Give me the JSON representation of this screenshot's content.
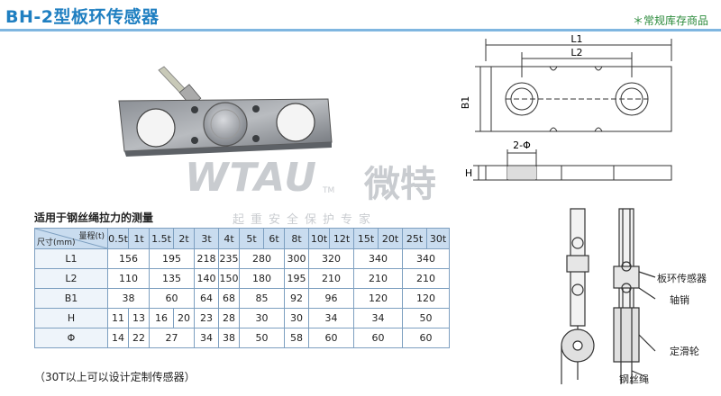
{
  "header": {
    "title": "BH-2型板环传感器",
    "stock_label": "＊常规库存商品"
  },
  "watermark": {
    "brand": "WTAU",
    "tm": "TM",
    "chinese": "微特",
    "tagline": "起重安全保护专家"
  },
  "table": {
    "caption": "适用于钢丝绳拉力的测量",
    "corner_top": "量程(t)",
    "corner_bottom": "尺寸(mm)",
    "capacities": [
      "0.5t",
      "1t",
      "1.5t",
      "2t",
      "3t",
      "4t",
      "5t",
      "6t",
      "8t",
      "10t",
      "12t",
      "15t",
      "20t",
      "25t",
      "30t"
    ],
    "rows": [
      {
        "label": "L1",
        "cells": [
          {
            "v": "156",
            "span": 2
          },
          {
            "v": "195",
            "span": 2
          },
          {
            "v": "218",
            "span": 1
          },
          {
            "v": "235",
            "span": 1
          },
          {
            "v": "280",
            "span": 2
          },
          {
            "v": "300",
            "span": 1
          },
          {
            "v": "320",
            "span": 2
          },
          {
            "v": "340",
            "span": 2
          },
          {
            "v": "340",
            "span": 2
          }
        ]
      },
      {
        "label": "L2",
        "cells": [
          {
            "v": "110",
            "span": 2
          },
          {
            "v": "135",
            "span": 2
          },
          {
            "v": "140",
            "span": 1
          },
          {
            "v": "150",
            "span": 1
          },
          {
            "v": "180",
            "span": 2
          },
          {
            "v": "195",
            "span": 1
          },
          {
            "v": "210",
            "span": 2
          },
          {
            "v": "210",
            "span": 2
          },
          {
            "v": "210",
            "span": 2
          }
        ]
      },
      {
        "label": "B1",
        "cells": [
          {
            "v": "38",
            "span": 2
          },
          {
            "v": "60",
            "span": 2
          },
          {
            "v": "64",
            "span": 1
          },
          {
            "v": "68",
            "span": 1
          },
          {
            "v": "85",
            "span": 2
          },
          {
            "v": "92",
            "span": 1
          },
          {
            "v": "96",
            "span": 2
          },
          {
            "v": "120",
            "span": 2
          },
          {
            "v": "120",
            "span": 2
          }
        ]
      },
      {
        "label": "H",
        "cells": [
          {
            "v": "11",
            "span": 1
          },
          {
            "v": "13",
            "span": 1
          },
          {
            "v": "16",
            "span": 1
          },
          {
            "v": "20",
            "span": 1
          },
          {
            "v": "23",
            "span": 1
          },
          {
            "v": "28",
            "span": 1
          },
          {
            "v": "30",
            "span": 2
          },
          {
            "v": "30",
            "span": 1
          },
          {
            "v": "34",
            "span": 2
          },
          {
            "v": "34",
            "span": 2
          },
          {
            "v": "50",
            "span": 2
          }
        ]
      },
      {
        "label": "Φ",
        "cells": [
          {
            "v": "14",
            "span": 1
          },
          {
            "v": "22",
            "span": 1
          },
          {
            "v": "27",
            "span": 2
          },
          {
            "v": "34",
            "span": 1
          },
          {
            "v": "38",
            "span": 1
          },
          {
            "v": "50",
            "span": 2
          },
          {
            "v": "58",
            "span": 1
          },
          {
            "v": "60",
            "span": 2
          },
          {
            "v": "60",
            "span": 2
          },
          {
            "v": "60",
            "span": 2
          }
        ]
      }
    ],
    "note": "（30T以上可以设计定制传感器）"
  },
  "drawing": {
    "dim_l1": "L1",
    "dim_l2": "L2",
    "dim_b1": "B1",
    "dim_h": "H",
    "dim_phi": "2-Φ"
  },
  "assembly": {
    "label_sensor": "板环传感器",
    "label_pin": "轴销",
    "label_pulley": "定滑轮",
    "label_rope": "钢丝绳"
  }
}
